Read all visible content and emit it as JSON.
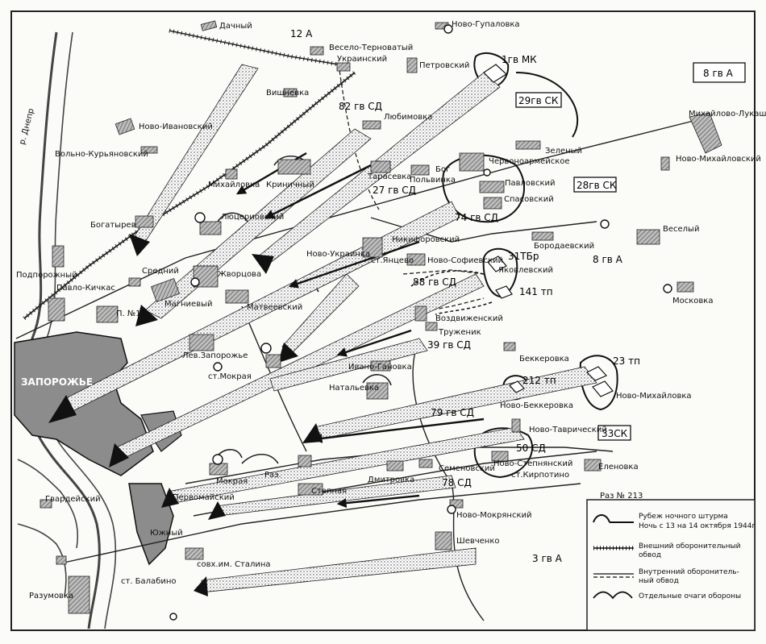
{
  "colors": {
    "ink": "#1a1a1a",
    "fill": "#8c8c8c",
    "paper": "#fbfbf8",
    "river": "#444444"
  },
  "units": {
    "a12": "12 А",
    "gv8a_box": "8 гв А",
    "gvmk1": "1гв МК",
    "gvsk29": "29гв СК",
    "gvsd82": "82 гв СД",
    "gvsd27": "27 гв СД",
    "gvsk28": "28гв СК",
    "gvsd74": "74 гв СД",
    "tbr31": "31ТБр",
    "gva8": "8 гв А",
    "gvsd88": "88 гв СД",
    "tp141": "141 тп",
    "gvsd39": "39 гв СД",
    "tp23": "23 тп",
    "tp212": "212 тп",
    "gvsd79": "79 гв СД",
    "sk33": "33СК",
    "sd50": "50 СД",
    "sd78": "78 СД",
    "gva3": "3 гв А"
  },
  "places": {
    "dachny": "Дачный",
    "vesterkov": "Весело-Терноватый",
    "novogupalovka": "Ново-Гупаловка",
    "ukrainsky": "Украинский",
    "petrovsky": "Петровский",
    "vishnevka": "Вишневка",
    "lyubimovka": "Любимовка",
    "novoivanovsky": "Ново-Ивановский",
    "volnokuryanovsky": "Вольно-Курьяновский",
    "mihaylovka": "Михайловка",
    "krinichny": "Криничный",
    "tarasevka": "Тарасевка",
    "bog": "Бог",
    "pokhvinka": "Польвинка",
    "chervonoarm": "Червоноармейское",
    "pavlovsky": "Павловский",
    "spasovsky": "Спасовский",
    "zeleny": "Зеленый",
    "mihlukash": "Михайлово-Лукашево",
    "novomihaylovsky": "Ново-Михайловский",
    "bogatyrev": "Богатырев",
    "lyuceriovsky": "Люцериовский",
    "nikiforovsky": "Никифоровский",
    "novoukrainka": "Ново-Украинка",
    "styantsevo": "ст.Янцево",
    "novosofievsky": "Ново-Софиевский",
    "borodaevsky": "Бородаевский",
    "vesely": "Веселый",
    "podporozhny": "Подпорожный",
    "pavlokichkas": "Павло-Кичкас",
    "sredny": "Средний",
    "zhvortsova": "Жворцова",
    "magnievy": "Магниевый",
    "pn11": "П. №11",
    "matveevsky": "Матвеевский",
    "yakovlevsky": "Яковлевский",
    "vozdvizhensky": "Воздвиженский",
    "truzhenik": "Труженик",
    "moskovka": "Московка",
    "zaporozhye": "ЗАПОРОЖЬЕ",
    "levzaporozhye": "Лев.Запорожье",
    "stmokraya": "ст.Мокрая",
    "ivanoganovka": "Ивано-Гановка",
    "natalyevka": "Натальевка",
    "bekkerovka": "Беккеровка",
    "novobekkerovka": "Ново-Беккеровка",
    "novomihaylovka": "Ново-Михайловка",
    "novotavrichesky": "Ново-Таврический",
    "mokraya": "Мокрая",
    "raz": "Раз.",
    "stepnaya": "Степная",
    "dmitrovka": "Дмитровка",
    "semenovsky": "Семеновский",
    "novostepnyansky": "Ново-Степнянский",
    "stkirpotino": "ст.Кирпотино",
    "elenovka": "Еленовка",
    "raz213": "Раз № 213",
    "gvardeysky": "Гвардейский",
    "pervomaysky": "Первомайский",
    "novomokryansky": "Ново-Мокрянский",
    "shevchenko": "Шевченко",
    "yuzhny": "Южный",
    "sovkhoz": "совх.им. Сталина",
    "stbalabino": "ст. Балабино",
    "razumovka": "Разумовка",
    "dnepr": "р. Днепр"
  },
  "legend": {
    "l1_line1": "Рубеж ночного штурма",
    "l1_line2": "Ночь с 13 на 14 октября 1944г",
    "l2_line1": "Внешний оборонительный",
    "l2_line2": "обвод",
    "l3_line1": "Внутренний оборонитель-",
    "l3_line2": "ный обвод",
    "l4_line1": "Отдельные очаги обороны"
  }
}
